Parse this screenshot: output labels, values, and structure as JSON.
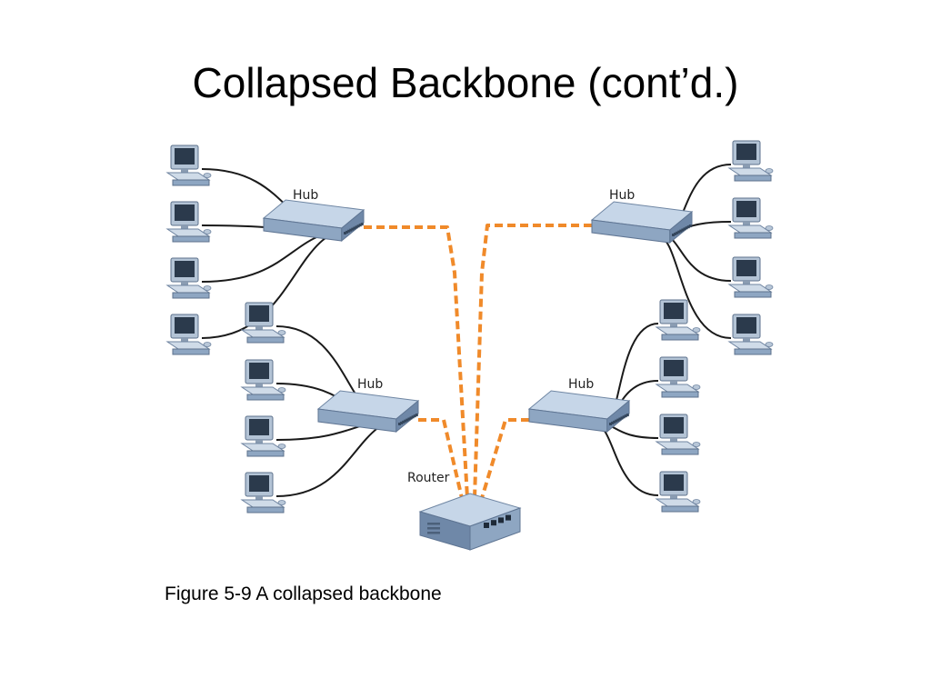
{
  "slide": {
    "title": "Collapsed Backbone (cont’d.)",
    "caption": "Figure 5-9 A collapsed backbone"
  },
  "diagram": {
    "hub_label": "Hub",
    "router_label": "Router",
    "colors": {
      "backbone_link": "#f08a2a",
      "backbone_gap": "#ffffff",
      "lan_cable": "#1a1a1a",
      "device_top": "#c6d6e8",
      "device_front": "#8ea6c2",
      "device_side": "#6f88a8",
      "monitor_body": "#b3c3d5",
      "screen": "#2b3a4c"
    },
    "hubs": [
      {
        "id": "hub-top-left"
      },
      {
        "id": "hub-top-right"
      },
      {
        "id": "hub-bottom-left"
      },
      {
        "id": "hub-bottom-right"
      }
    ],
    "workstations_per_hub": 4
  }
}
